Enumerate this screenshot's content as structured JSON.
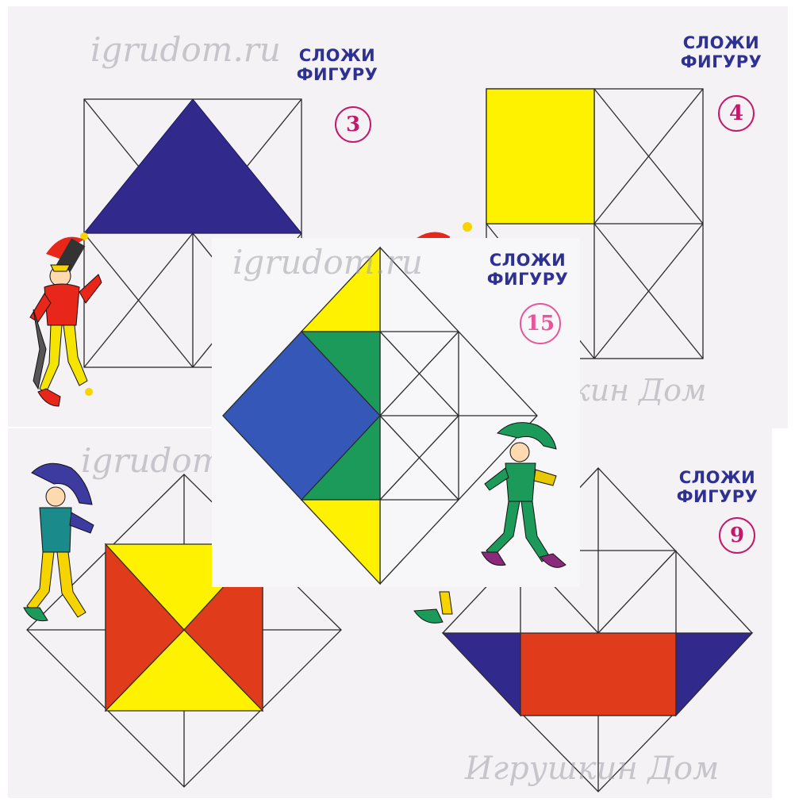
{
  "watermark_latin": "igrudom.ru",
  "watermark_cyrillic_right": "кин Дом",
  "watermark_cyrillic_bottom": "Игрушкин Дом",
  "colors": {
    "blue": "#312a8c",
    "yellow": "#fff200",
    "red": "#e03c1c",
    "green": "#1b9a59",
    "royal_blue": "#3558b8",
    "title_blue": "#2e3192",
    "badge_magenta": "#c4186a",
    "badge_pink": "#e7569b"
  },
  "cards": [
    {
      "name": "card-3",
      "title_line1": "СЛОЖИ",
      "title_line2": "ФИГУРУ",
      "number": "3"
    },
    {
      "name": "card-4",
      "title_line1": "СЛОЖИ",
      "title_line2": "ФИГУРУ",
      "number": "4"
    },
    {
      "name": "card-bottom-left"
    },
    {
      "name": "card-9",
      "title_line1": "СЛОЖИ",
      "title_line2": "ФИГУРУ",
      "number": "9"
    },
    {
      "name": "card-15",
      "title_line1": "СЛОЖИ",
      "title_line2": "ФИГУРУ",
      "number": "15"
    }
  ],
  "icons": [
    "jester-red-icon",
    "jester-purple-icon",
    "jester-green-icon"
  ]
}
